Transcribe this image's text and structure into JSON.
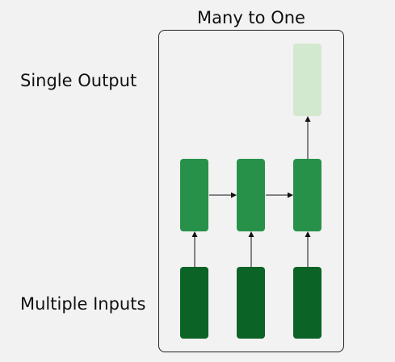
{
  "title": "Many to One",
  "labels": {
    "output": "Single Output",
    "inputs": "Multiple Inputs"
  },
  "colors": {
    "background": "#f2f2f2",
    "input": "#0b6326",
    "hidden": "#27914a",
    "output": "#d3e9cf",
    "stroke": "#111111"
  },
  "structure": {
    "time_steps": 3,
    "inputs_count": 3,
    "hidden_count": 3,
    "output_count": 1
  }
}
